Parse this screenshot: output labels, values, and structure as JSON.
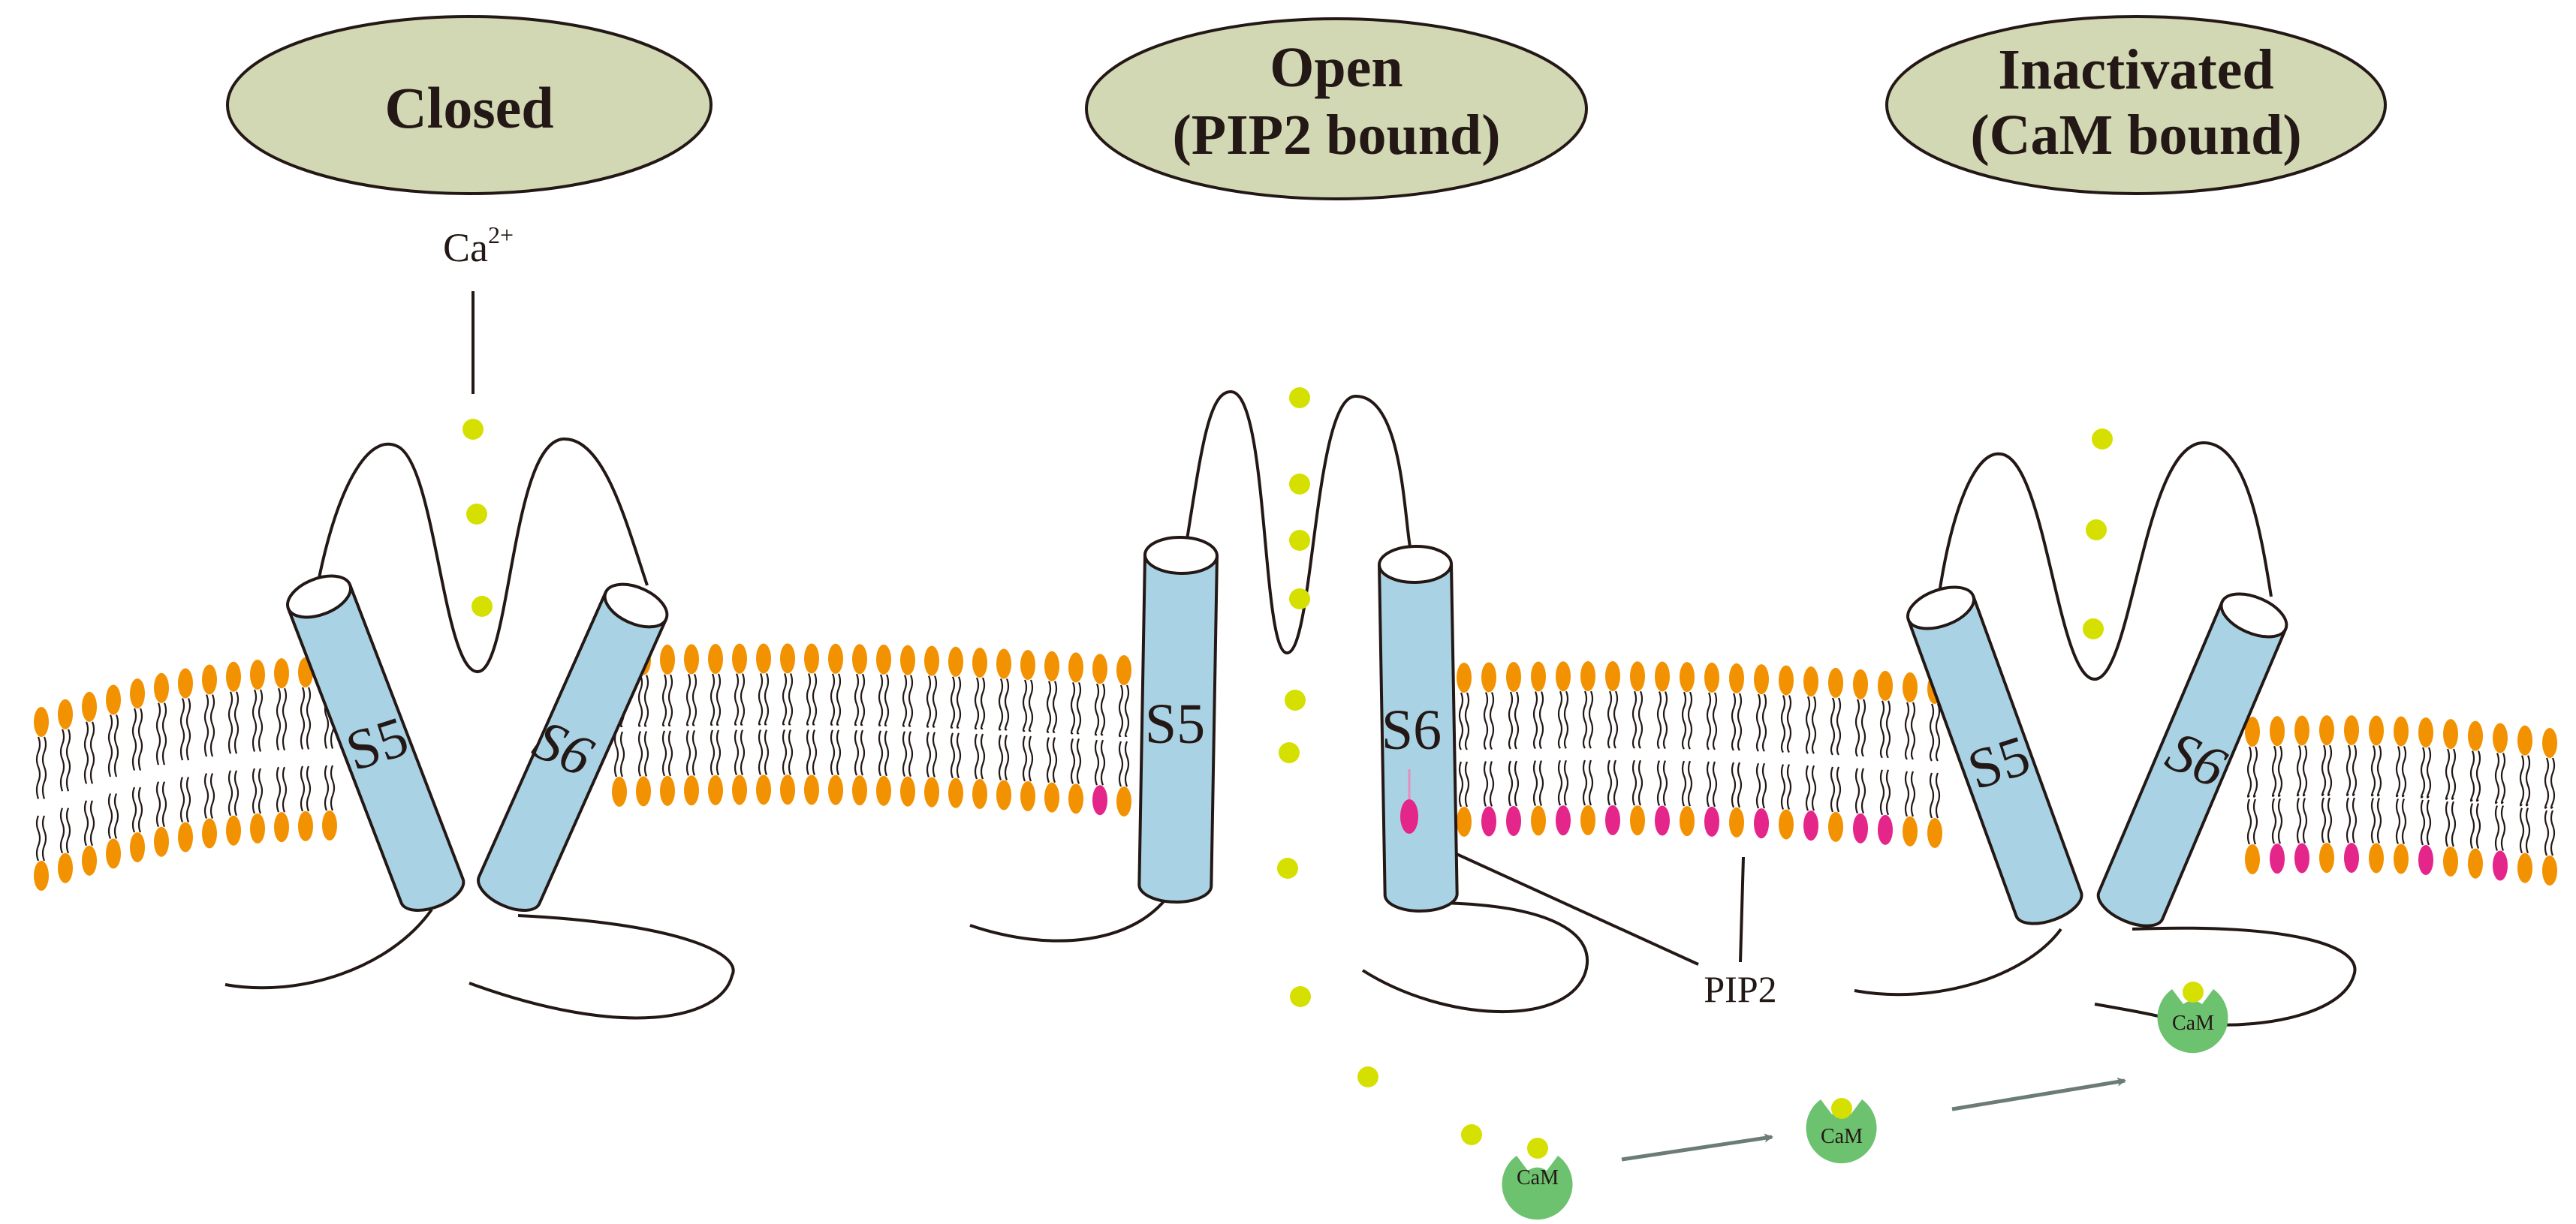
{
  "states": {
    "closed": {
      "line1": "Closed",
      "line2": ""
    },
    "open": {
      "line1": "Open",
      "line2": "(PIP2 bound)"
    },
    "inactivated": {
      "line1": "Inactivated",
      "line2": "(CaM bound)"
    }
  },
  "labels": {
    "ion": "Ca",
    "ion_charge": "2+",
    "pip2": "PIP2",
    "cam": "CaM"
  },
  "helices": {
    "s5": "S5",
    "s6": "S6"
  },
  "colors": {
    "ellipse_fill": "#d3d8b4",
    "helix_fill": "#a9d3e4",
    "lipid_head": "#f39200",
    "pip2_head": "#e4258a",
    "calcium": "#d6e000",
    "cam": "#6dc26f",
    "arrow": "#6b7b78",
    "stroke": "#231815"
  }
}
